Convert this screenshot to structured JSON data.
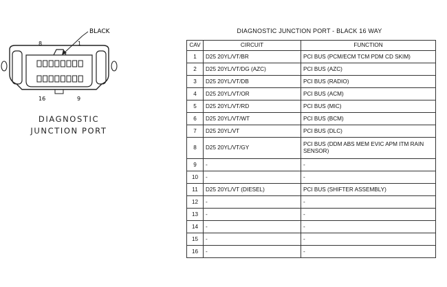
{
  "diagram": {
    "callout_label": "BLACK",
    "pin_label_top_left": "8",
    "pin_label_top_right": "1",
    "pin_label_bottom_left": "16",
    "pin_label_bottom_right": "9",
    "caption_line1": "DIAGNOSTIC",
    "caption_line2": "JUNCTION PORT"
  },
  "table": {
    "title": "DIAGNOSTIC JUNCTION PORT - BLACK 16 WAY",
    "headers": {
      "cav": "CAV",
      "circuit": "CIRCUIT",
      "function": "FUNCTION"
    },
    "rows": [
      {
        "cav": "1",
        "circuit": "D25 20YL/VT/BR",
        "function": "PCI BUS (PCM/ECM TCM PDM CD SKIM)"
      },
      {
        "cav": "2",
        "circuit": "D25 20YL/VT/DG (AZC)",
        "function": "PCI BUS (AZC)"
      },
      {
        "cav": "3",
        "circuit": "D25 20YL/VT/DB",
        "function": "PCI BUS (RADIO)"
      },
      {
        "cav": "4",
        "circuit": "D25 20YL/VT/OR",
        "function": "PCI BUS (ACM)"
      },
      {
        "cav": "5",
        "circuit": "D25 20YL/VT/RD",
        "function": "PCI BUS (MIC)"
      },
      {
        "cav": "6",
        "circuit": "D25 20YL/VT/WT",
        "function": "PCI BUS (BCM)"
      },
      {
        "cav": "7",
        "circuit": "D25 20YL/VT",
        "function": "PCI BUS (DLC)"
      },
      {
        "cav": "8",
        "circuit": "D25 20YL/VT/GY",
        "function": "PCI BUS (DDM ABS MEM EVIC APM ITM RAIN SENSOR)"
      },
      {
        "cav": "9",
        "circuit": "-",
        "function": "-"
      },
      {
        "cav": "10",
        "circuit": "-",
        "function": "-"
      },
      {
        "cav": "11",
        "circuit": "D25 20YL/VT (DIESEL)",
        "function": "PCI BUS (SHIFTER ASSEMBLY)"
      },
      {
        "cav": "12",
        "circuit": "-",
        "function": "-"
      },
      {
        "cav": "13",
        "circuit": "-",
        "function": "-"
      },
      {
        "cav": "14",
        "circuit": "-",
        "function": "-"
      },
      {
        "cav": "15",
        "circuit": "-",
        "function": "-"
      },
      {
        "cav": "16",
        "circuit": "-",
        "function": "-"
      }
    ]
  }
}
